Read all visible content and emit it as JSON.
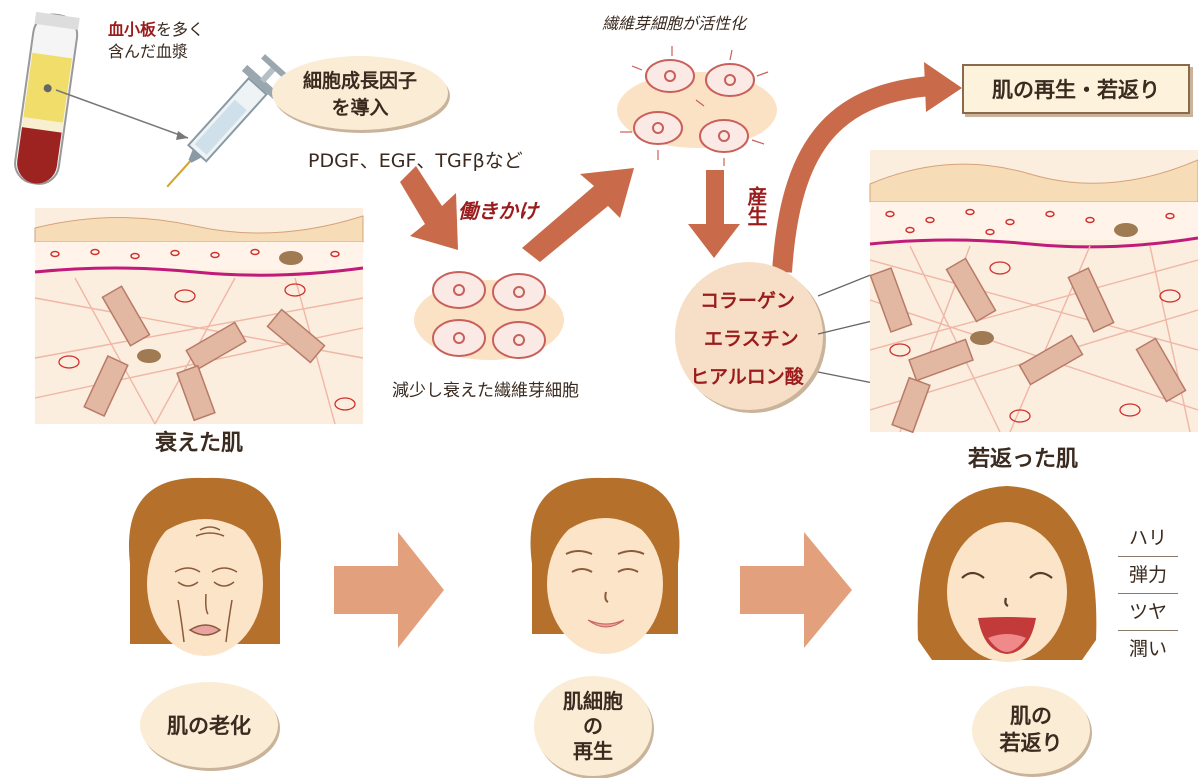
{
  "plasma": {
    "line1_accent": "血小板",
    "line1_rest": "を多く",
    "line2": "含んだ血漿"
  },
  "growth_factor": {
    "line1": "細胞成長因子",
    "line2": "を導入"
  },
  "factors": "PDGF、EGF、TGFβなど",
  "action": "働きかけ",
  "reduced_fibroblasts": "減少し衰えた繊維芽細胞",
  "activated_fibroblasts": "繊維芽細胞が活性化",
  "produce": "産生",
  "products": [
    "コラーゲン",
    "エラスチン",
    "ヒアルロン酸"
  ],
  "result_box": "肌の再生・若返り",
  "aged_skin_label": "衰えた肌",
  "young_skin_label": "若返った肌",
  "faces": {
    "aging": "肌の老化",
    "regeneration": {
      "l1": "肌細胞",
      "l2": "の",
      "l3": "再生"
    },
    "rejuvenation": {
      "l1": "肌の",
      "l2": "若返り"
    }
  },
  "benefits": [
    "ハリ",
    "弾力",
    "ツヤ",
    "潤い"
  ],
  "colors": {
    "accent_red": "#9b1c1c",
    "arrow": "#c96a4a",
    "arrow_light": "#e3a07c",
    "pill_bg": "#fbecd6",
    "hair": "#b5712b",
    "skin": "#fbe4c8"
  }
}
